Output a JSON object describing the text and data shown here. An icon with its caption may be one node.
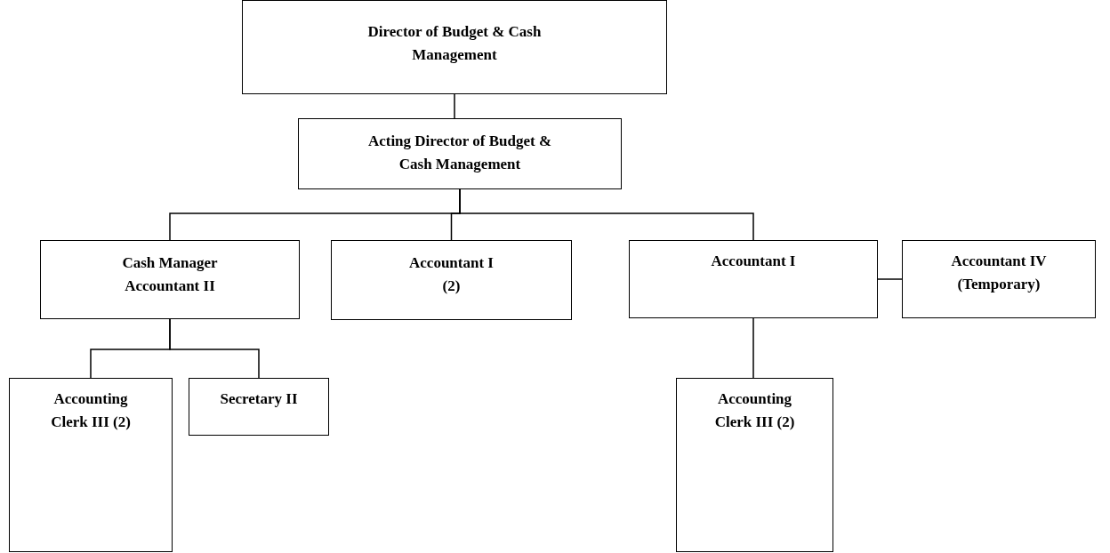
{
  "diagram": {
    "nodes": [
      {
        "text": [
          "Director of Budget & Cash Management"
        ]
      },
      {
        "text": [
          "Acting Director of Budget & Cash Management"
        ]
      },
      {
        "text": [
          "Cash Manager Accountant II"
        ]
      },
      {
        "text": [
          "Accountant I (2)"
        ]
      },
      {
        "text": [
          "Accountant I"
        ]
      },
      {
        "text": [
          "Accountant IV (Temporary)"
        ]
      },
      {
        "text": [
          "Accounting Clerk III (2)"
        ]
      },
      {
        "text": [
          "Secretary II"
        ]
      },
      {
        "text": [
          "Accounting Clerk III (2)"
        ]
      }
    ],
    "edges": [
      {
        "from": 0,
        "to": 1,
        "arrow": "none"
      },
      {
        "from": 1,
        "to": 2,
        "arrow": "none"
      },
      {
        "from": 1,
        "to": 3,
        "arrow": "none"
      },
      {
        "from": 1,
        "to": 4,
        "arrow": "none"
      },
      {
        "from": 4,
        "to": 5,
        "arrow": "none"
      },
      {
        "from": 2,
        "to": 6,
        "arrow": "none"
      },
      {
        "from": 2,
        "to": 7,
        "arrow": "none"
      },
      {
        "from": 4,
        "to": 8,
        "arrow": "none"
      }
    ]
  }
}
